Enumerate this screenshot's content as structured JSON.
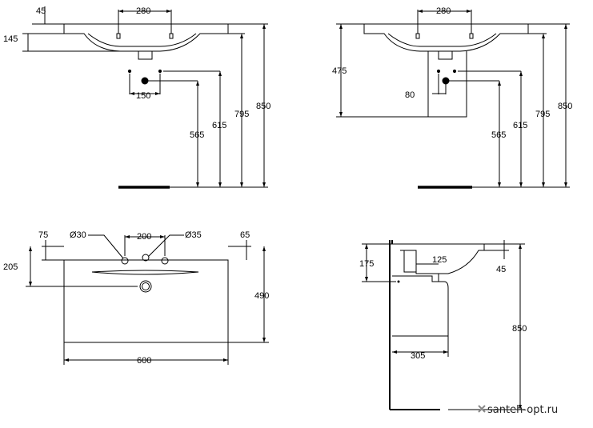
{
  "top_left_view": {
    "dims": {
      "d45": "45",
      "d280": "280",
      "d145": "145",
      "d150": "150",
      "d565": "565",
      "d615": "615",
      "d795": "795",
      "d850": "850"
    }
  },
  "top_right_view": {
    "dims": {
      "d280": "280",
      "d475": "475",
      "d80": "80",
      "d565": "565",
      "d615": "615",
      "d795": "795",
      "d850": "850"
    }
  },
  "plan_view": {
    "dims": {
      "d75": "75",
      "dia30": "Ø30",
      "d200": "200",
      "dia35": "Ø35",
      "d65": "65",
      "d205": "205",
      "d490": "490",
      "d600": "600"
    }
  },
  "side_view": {
    "dims": {
      "d175": "175",
      "d125": "125",
      "d45": "45",
      "d850": "850",
      "d305": "305"
    }
  },
  "watermark": {
    "text": "santeh-opt.ru",
    "icon": "cross-x-icon"
  }
}
